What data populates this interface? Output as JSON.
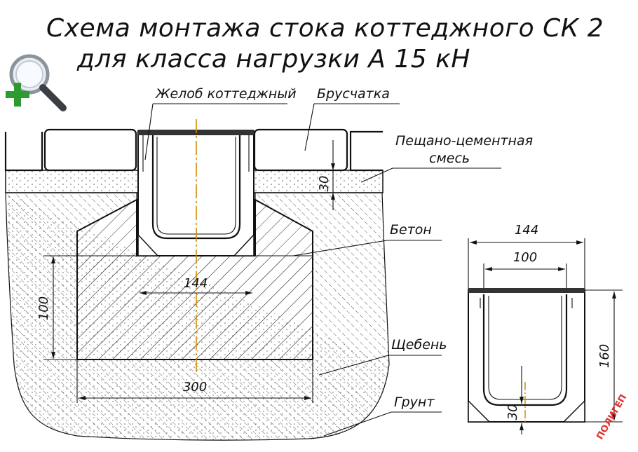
{
  "title": {
    "line1": "Схема монтажа стока коттеджного СК 2",
    "line2": "для класса нагрузки А 15 кН"
  },
  "icons": {
    "zoom": "zoom-in-icon",
    "brand": "poligon-logo"
  },
  "labels": {
    "gutter": "Желоб коттеджный",
    "paving": "Брусчатка",
    "sand_mix_1": "Пещано-цементная",
    "sand_mix_2": "смесь",
    "concrete": "Бетон",
    "gravel": "Щебень",
    "soil": "Грунт"
  },
  "dimensions": {
    "layer_30": "30",
    "depth_100": "100",
    "width_144": "144",
    "width_300": "300",
    "section_144": "144",
    "section_100": "100",
    "section_160": "160",
    "section_30": "30"
  },
  "brand": {
    "text": "ПОЛИГЕП"
  },
  "colors": {
    "axis": "#d08a00",
    "line": "#111111",
    "brand": "#e03030"
  }
}
